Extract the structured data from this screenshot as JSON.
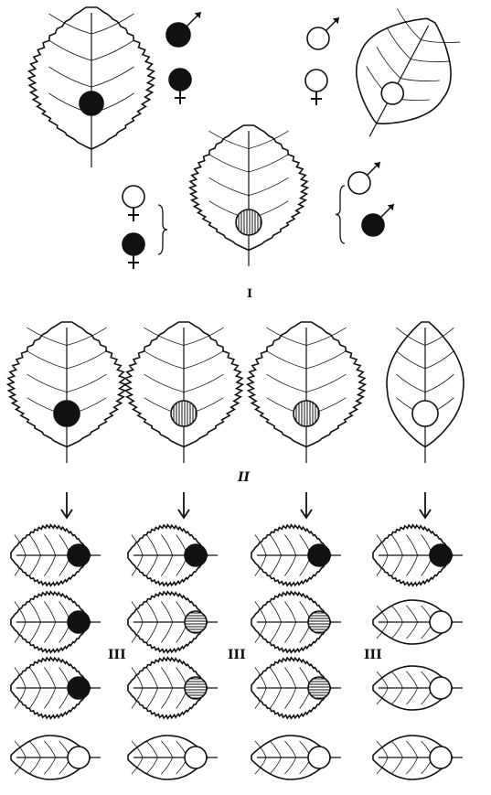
{
  "figure": {
    "panel_labels": {
      "generation_1": "I",
      "generation_2": "II",
      "generation_3": [
        "III",
        "III",
        "III"
      ]
    },
    "legend": {
      "dark_male": "♂",
      "dark_female": "♀",
      "light_male": "♂",
      "light_female": "♀"
    },
    "colors": {
      "ink": "#111111",
      "paper": "#ffffff"
    },
    "markers": {
      "parent_dark": "solid",
      "parent_light": "open",
      "hybrid": "striped",
      "gen2": [
        "solid",
        "striped",
        "striped",
        "open"
      ],
      "gen3": [
        [
          "solid",
          "solid",
          "solid",
          "solid"
        ],
        [
          "solid",
          "striped",
          "striped",
          "open"
        ],
        [
          "solid",
          "striped",
          "striped",
          "open"
        ],
        [
          "open",
          "open",
          "open",
          "open"
        ]
      ]
    },
    "leaf_shapes": {
      "gen2": [
        "serrated",
        "serrated",
        "serrated",
        "smooth"
      ],
      "gen3": [
        [
          "serrated",
          "serrated",
          "serrated",
          "serrated"
        ],
        [
          "serrated",
          "serrated",
          "serrated",
          "smooth"
        ],
        [
          "serrated",
          "serrated",
          "serrated",
          "smooth"
        ],
        [
          "smooth",
          "smooth",
          "smooth",
          "smooth"
        ]
      ]
    }
  }
}
